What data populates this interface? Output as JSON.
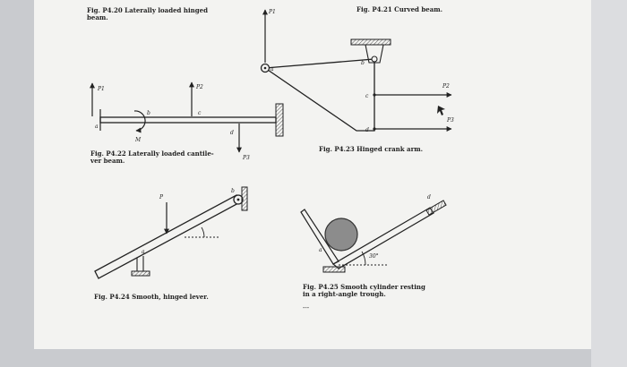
{
  "captions": {
    "p4_20_line1": "Fig. P4.20  Laterally loaded hinged",
    "p4_20_line2": "beam.",
    "p4_21": "Fig. P4.21  Curved beam.",
    "p4_22_line1": "Fig. P4.22  Laterally loaded cantile-",
    "p4_22_line2": "ver beam.",
    "p4_23": "Fig. P4.23  Hinged crank arm.",
    "p4_24": "Fig. P4.24  Smooth, hinged lever.",
    "p4_25_line1": "Fig. P4.25  Smooth cylinder resting",
    "p4_25_line2": "in a right-angle trough.",
    "dash": "---"
  },
  "labels": {
    "P1": "P1",
    "P2": "P2",
    "P3": "P3",
    "P": "P",
    "a": "a",
    "b": "b",
    "c": "c",
    "d": "d",
    "M": "M",
    "angle_30": "30°"
  },
  "colors": {
    "ink": "#222222",
    "hatch": "#6f6f6f",
    "cylinder": "#8c8c8c",
    "page": "#f3f3f1"
  }
}
